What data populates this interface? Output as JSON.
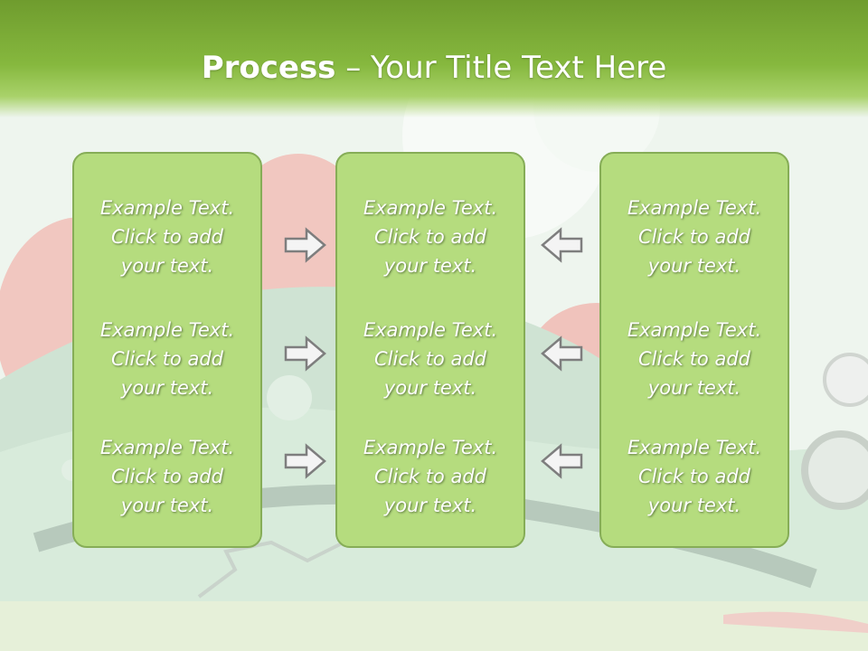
{
  "slide": {
    "title_bold": "Process",
    "title_rest": " – Your Title Text Here"
  },
  "columns": [
    {
      "items": [
        {
          "lines": [
            "Example Text.",
            "Click  to add",
            "your text."
          ]
        },
        {
          "lines": [
            "Example Text.",
            "Click  to add",
            "your text."
          ]
        },
        {
          "lines": [
            "Example Text.",
            "Click  to add",
            "your text."
          ]
        }
      ]
    },
    {
      "items": [
        {
          "lines": [
            "Example Text.",
            "Click  to add",
            "your text."
          ]
        },
        {
          "lines": [
            "Example Text.",
            "Click  to add",
            "your text."
          ]
        },
        {
          "lines": [
            "Example Text.",
            "Click  to add",
            "your text."
          ]
        }
      ]
    },
    {
      "items": [
        {
          "lines": [
            "Example Text.",
            "Click  to add",
            "your text."
          ]
        },
        {
          "lines": [
            "Example Text.",
            "Click  to add",
            "your text."
          ]
        },
        {
          "lines": [
            "Example Text.",
            "Click  to add",
            "your text."
          ]
        }
      ]
    }
  ],
  "arrows": {
    "left_group": "right-arrow-icon",
    "right_group": "left-arrow-icon"
  },
  "colors": {
    "header_green": "#7aad36",
    "box_fill": "#b5dc7e",
    "box_border": "#86ad57",
    "text": "#ffffff"
  }
}
